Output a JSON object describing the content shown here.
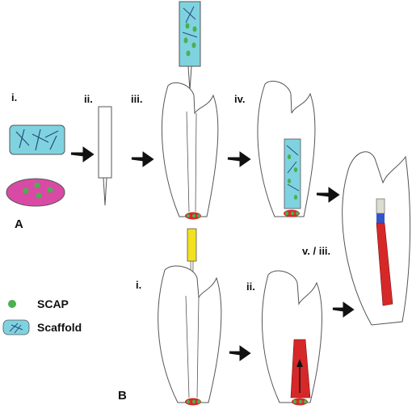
{
  "panels": {
    "a": {
      "label": "A",
      "steps": {
        "i": "i.",
        "ii": "ii.",
        "iii": "iii.",
        "iv": "iv."
      }
    },
    "b": {
      "label": "B",
      "steps": {
        "i": "i.",
        "ii": "ii."
      }
    },
    "combined_step": "v. / iii."
  },
  "legend": {
    "scap": "SCAP",
    "scaffold": "Scaffold"
  },
  "colors": {
    "scaffold": "#7fd3e0",
    "scap_cell": "#4caf50",
    "culture_dish": "#d94aa5",
    "blood_clot": "#d62828",
    "instrument_file": "#f2e11f",
    "collagen_plug": "#3355cc",
    "arrow": "#111111"
  }
}
